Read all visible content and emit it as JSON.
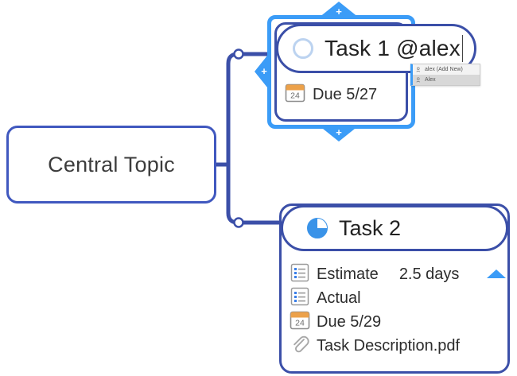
{
  "colors": {
    "central_border": "#4058bf",
    "node_border": "#3b4fa8",
    "selection_blue": "#3b9cf7",
    "connector": "#3b4fa8",
    "calendar_orange": "#eca14a",
    "pie_blue": "#3a93e8",
    "text": "#2c2c2c"
  },
  "central": {
    "label": "Central Topic"
  },
  "task1": {
    "title": "Task 1 @alex",
    "progress_icon": "progress-ring-empty-icon",
    "progress_percent": 0,
    "selected": true,
    "editing": true,
    "due": {
      "icon": "calendar-icon",
      "icon_day": "24",
      "label": "Due 5/27"
    },
    "handles": [
      {
        "name": "add-sibling-above-handle",
        "glyph": "+"
      },
      {
        "name": "add-sibling-below-handle",
        "glyph": "+"
      },
      {
        "name": "add-parent-left-handle",
        "glyph": "+"
      }
    ]
  },
  "mention_dropdown": {
    "items": [
      {
        "label": "alex (Add New)",
        "icon": "person-add-icon",
        "selected": false
      },
      {
        "label": "Alex",
        "icon": "person-icon",
        "selected": true
      }
    ]
  },
  "task2": {
    "title": "Task 2",
    "progress_icon": "pie-chart-icon",
    "progress_percent": 75,
    "collapse_arrow": "triangle-up-icon",
    "properties": [
      {
        "icon": "list-icon",
        "label": "Estimate",
        "value": "2.5 days"
      },
      {
        "icon": "list-icon",
        "label": "Actual",
        "value": ""
      },
      {
        "icon": "calendar-icon",
        "icon_day": "24",
        "label": "Due 5/29",
        "value": ""
      },
      {
        "icon": "paperclip-icon",
        "label": "Task Description.pdf",
        "value": ""
      }
    ]
  }
}
